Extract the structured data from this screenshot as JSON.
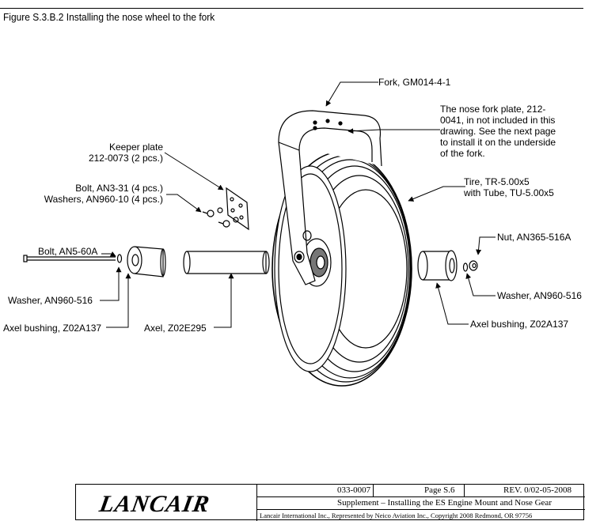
{
  "figure_title": "Figure S.3.B.2 Installing the nose wheel to the fork",
  "labels": {
    "fork": "Fork, GM014-4-1",
    "fork_plate_note": [
      "The nose fork plate, 212-",
      "0041, in not included in this",
      "drawing. See the next page",
      "to install it on the underside",
      "of the fork."
    ],
    "keeper_plate": [
      "Keeper plate",
      "212-0073 (2 pcs.)"
    ],
    "bolt_washers": [
      "Bolt, AN3-31 (4 pcs.)",
      "Washers, AN960-10 (4 pcs.)"
    ],
    "tire": [
      "Tire, TR-5.00x5",
      "with Tube, TU-5.00x5"
    ],
    "nut": "Nut, AN365-516A",
    "bolt_an5": "Bolt, AN5-60A",
    "washer_left": "Washer, AN960-516",
    "washer_right": "Washer, AN960-516",
    "axel_bushing_left": "Axel bushing, Z02A137",
    "axel": "Axel, Z02E295",
    "axel_bushing_right": "Axel bushing, Z02A137"
  },
  "footer": {
    "logo": "LANCAIR",
    "logo_mark": "®",
    "doc_number": "033-0007",
    "page": "Page  S.6",
    "revision": "REV. 0/02-05-2008",
    "subtitle": "Supplement – Installing the ES Engine Mount and Nose Gear",
    "copyright": "Lancair International Inc., Represented by Neico Aviation Inc., Copyright 2008 Redmond, OR 97756"
  }
}
